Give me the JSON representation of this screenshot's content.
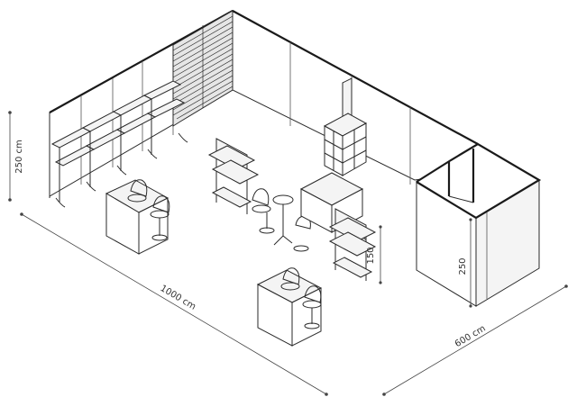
{
  "dimensions": {
    "length": "1000 cm",
    "width": "600 cm",
    "wall_height": "250 cm",
    "booth_height": "250",
    "counter_height": "150"
  },
  "colors": {
    "line": "#2a2a2a",
    "background": "#ffffff",
    "wall_trim": "#1a1a1a"
  }
}
